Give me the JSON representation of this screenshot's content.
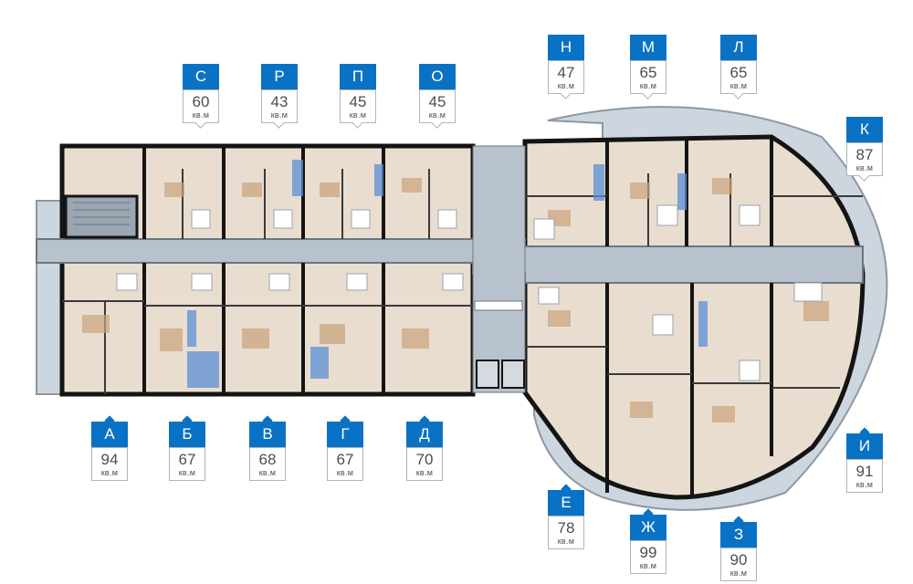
{
  "colors": {
    "accent": "#0a72c4",
    "wall": "#141414",
    "floor": "#e9ddd0",
    "corridor": "#b8c2cc",
    "glass": "#5b8fd6",
    "balcony": "#cdd6df"
  },
  "units": [
    {
      "letter": "С",
      "area": "60",
      "unit": "кв.м"
    },
    {
      "letter": "Р",
      "area": "43",
      "unit": "кв.м"
    },
    {
      "letter": "П",
      "area": "45",
      "unit": "кв.м"
    },
    {
      "letter": "О",
      "area": "45",
      "unit": "кв.м"
    },
    {
      "letter": "Н",
      "area": "47",
      "unit": "кв.м"
    },
    {
      "letter": "М",
      "area": "65",
      "unit": "кв.м"
    },
    {
      "letter": "Л",
      "area": "65",
      "unit": "кв.м"
    },
    {
      "letter": "К",
      "area": "87",
      "unit": "кв.м"
    },
    {
      "letter": "А",
      "area": "94",
      "unit": "кв.м"
    },
    {
      "letter": "Б",
      "area": "67",
      "unit": "кв.м"
    },
    {
      "letter": "В",
      "area": "68",
      "unit": "кв.м"
    },
    {
      "letter": "Г",
      "area": "67",
      "unit": "кв.м"
    },
    {
      "letter": "Д",
      "area": "70",
      "unit": "кв.м"
    },
    {
      "letter": "Е",
      "area": "78",
      "unit": "кв.м"
    },
    {
      "letter": "Ж",
      "area": "99",
      "unit": "кв.м"
    },
    {
      "letter": "З",
      "area": "90",
      "unit": "кв.м"
    },
    {
      "letter": "И",
      "area": "91",
      "unit": "кв.м"
    }
  ]
}
